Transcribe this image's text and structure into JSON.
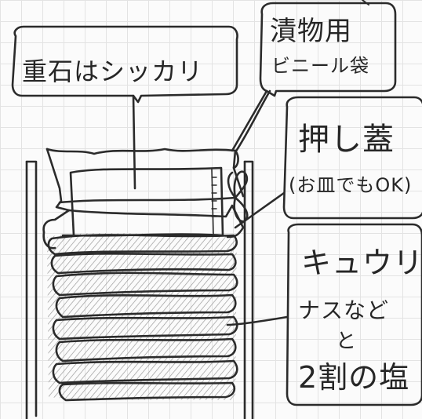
{
  "labels": {
    "weight": "重石はシッカリ",
    "bag_line1": "漬物用",
    "bag_line2": "ビニール袋",
    "lid_line1": "押し蓋",
    "lid_line2": "(お皿でもOK)",
    "veg_line1": "キュウリ",
    "veg_line2": "ナスなど",
    "veg_line3": "と",
    "veg_line4": "2割の塩"
  }
}
